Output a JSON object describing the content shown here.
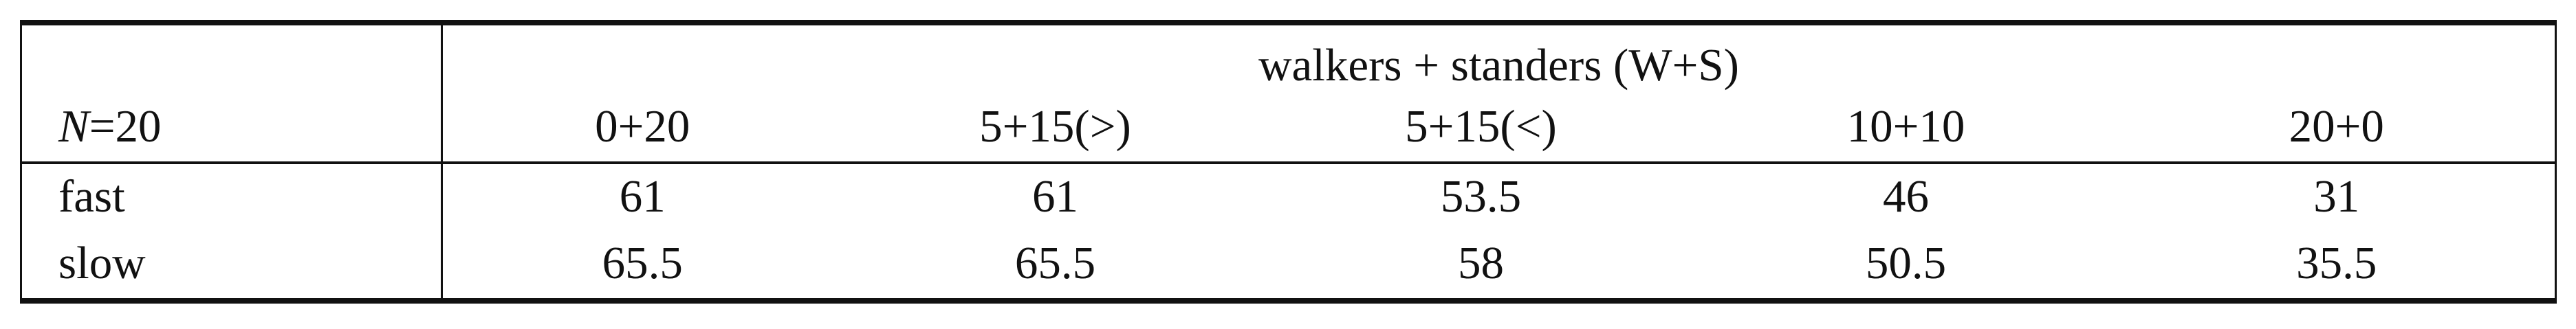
{
  "table": {
    "group_header": "walkers + standers (W+S)",
    "corner": {
      "var": "N",
      "rest": "=20"
    },
    "columns": [
      "0+20",
      "5+15(>)",
      "5+15(<)",
      "10+10",
      "20+0"
    ],
    "rows": [
      {
        "label": "fast",
        "values": [
          "61",
          "61",
          "53.5",
          "46",
          "31"
        ]
      },
      {
        "label": "slow",
        "values": [
          "65.5",
          "65.5",
          "58",
          "50.5",
          "35.5"
        ]
      }
    ]
  }
}
